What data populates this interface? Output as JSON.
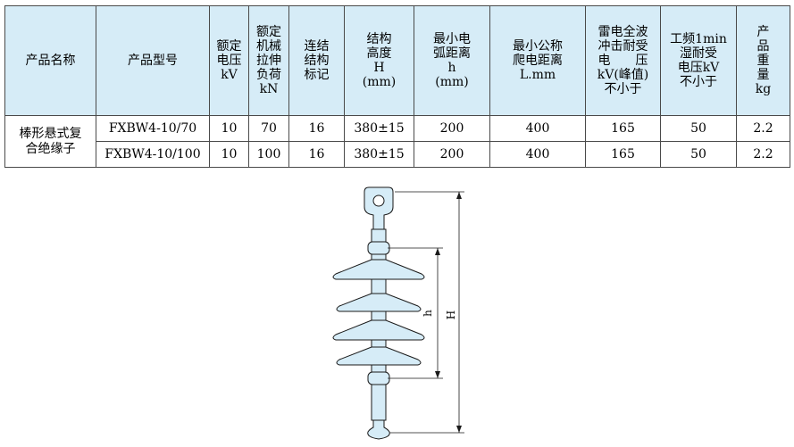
{
  "table": {
    "headers": [
      [
        "产品名称"
      ],
      [
        "产品型号"
      ],
      [
        "额定",
        "电压",
        "kV"
      ],
      [
        "额定",
        "机械",
        "拉伸",
        "负荷",
        "kN"
      ],
      [
        "连结",
        "结构",
        "标记"
      ],
      [
        "结构",
        "高度",
        "H",
        "(mm)"
      ],
      [
        "最小电",
        "弧距离",
        "h",
        "(mm)"
      ],
      [
        "最小公称",
        "爬电距离",
        "L.mm"
      ],
      [
        "雷电全波",
        "冲击耐受",
        "电　　压",
        "kV(峰值)",
        "不小于"
      ],
      [
        "工频1min",
        "湿耐受",
        "电压kV",
        "不小于"
      ],
      [
        "产",
        "品",
        "重",
        "量",
        "kg"
      ]
    ],
    "product_name": [
      "棒形悬式复",
      "合绝缘子"
    ],
    "rows": [
      [
        "FXBW4-10/70",
        "10",
        "70",
        "16",
        "380±15",
        "200",
        "400",
        "165",
        "50",
        "2.2"
      ],
      [
        "FXBW4-10/100",
        "10",
        "100",
        "16",
        "380±15",
        "200",
        "400",
        "165",
        "50",
        "2.2"
      ]
    ]
  },
  "figure": {
    "label_h": "h",
    "label_H": "H"
  },
  "colors": {
    "header_bg": "#d6ecf7",
    "insulator_fill": "#d6ecf7",
    "line": "#1a1a1a"
  }
}
